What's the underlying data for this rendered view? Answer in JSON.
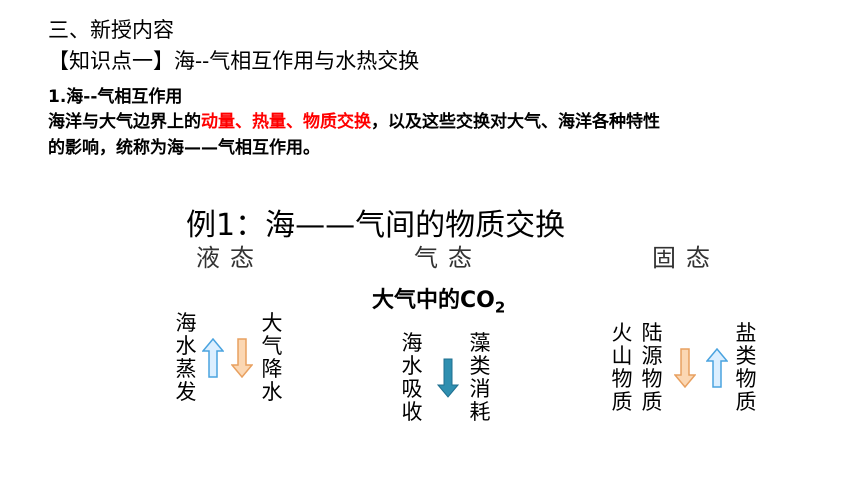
{
  "header": {
    "section": "三、新授内容",
    "knowledge_point": "【知识点一】海--气相互作用与水热交换"
  },
  "subsection": "1.海--气相互作用",
  "definition": {
    "part1": "海洋与大气边界上的",
    "highlight": "动量、热量、物质交换",
    "part2": "，以及这些交换对大气、海洋各种特性",
    "line2": "的影响，统称为海——气相互作用。"
  },
  "example": {
    "title": "例1：海——气间的物质交换",
    "states": [
      "液态",
      "气态",
      "固态"
    ],
    "co2_text": "大气中的CO",
    "co2_sub": "2",
    "liquid": {
      "left": "海水蒸发",
      "right": "大气降水"
    },
    "gas": {
      "left": "海水吸收",
      "right": "藻类消耗"
    },
    "solid": {
      "left1": "火山物质",
      "left2": "陆源物质",
      "right": "盐类物质"
    }
  },
  "colors": {
    "highlight": "#ff0000",
    "arrow_up_fill": "#dcefff",
    "arrow_up_stroke": "#4aa3df",
    "arrow_down_fill": "#fbd7b3",
    "arrow_down_stroke": "#e8a060",
    "arrow_teal": "#2f8fb0"
  },
  "icons": [
    "arrow-up-icon",
    "arrow-down-icon"
  ]
}
